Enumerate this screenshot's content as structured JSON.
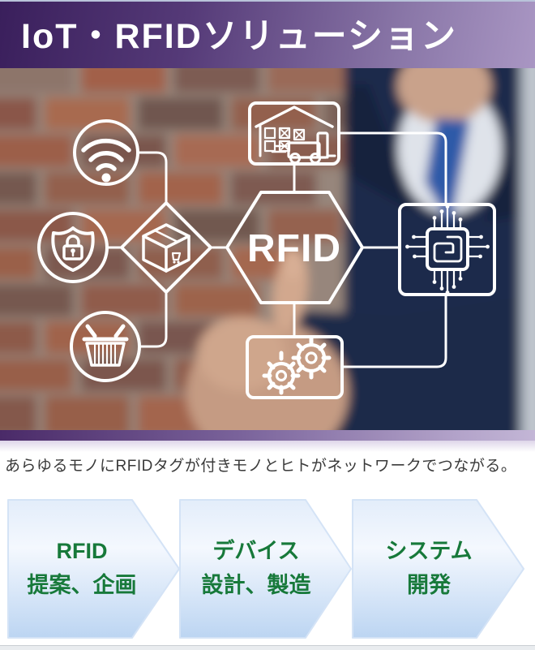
{
  "header": {
    "title": "IoT・RFIDソリューション"
  },
  "hero": {
    "center_label": "RFID",
    "icons": [
      "wifi-icon",
      "shield-lock-icon",
      "package-box-icon",
      "warehouse-forklift-icon",
      "rfid-chip-icon",
      "gears-icon",
      "shopping-basket-icon"
    ]
  },
  "caption": {
    "text": "あらゆるモノにRFIDタグが付きモノとヒトがネットワークでつながる。"
  },
  "process_steps": [
    {
      "line1": "RFID",
      "line2": "提案、企画"
    },
    {
      "line1": "デバイス",
      "line2": "設計、製造"
    },
    {
      "line1": "システム",
      "line2": "開発"
    }
  ],
  "colors": {
    "header_gradient_dark": "#3a1f5c",
    "header_gradient_light": "#a996c3",
    "divider_gradient_dark": "#4a2a68",
    "divider_gradient_light": "#c3b6d6",
    "step_text_green": "#17793a",
    "arrow_fill_top": "#e3edfa",
    "arrow_fill_bottom": "#bcd5f2",
    "diagram_line": "#ffffff"
  }
}
